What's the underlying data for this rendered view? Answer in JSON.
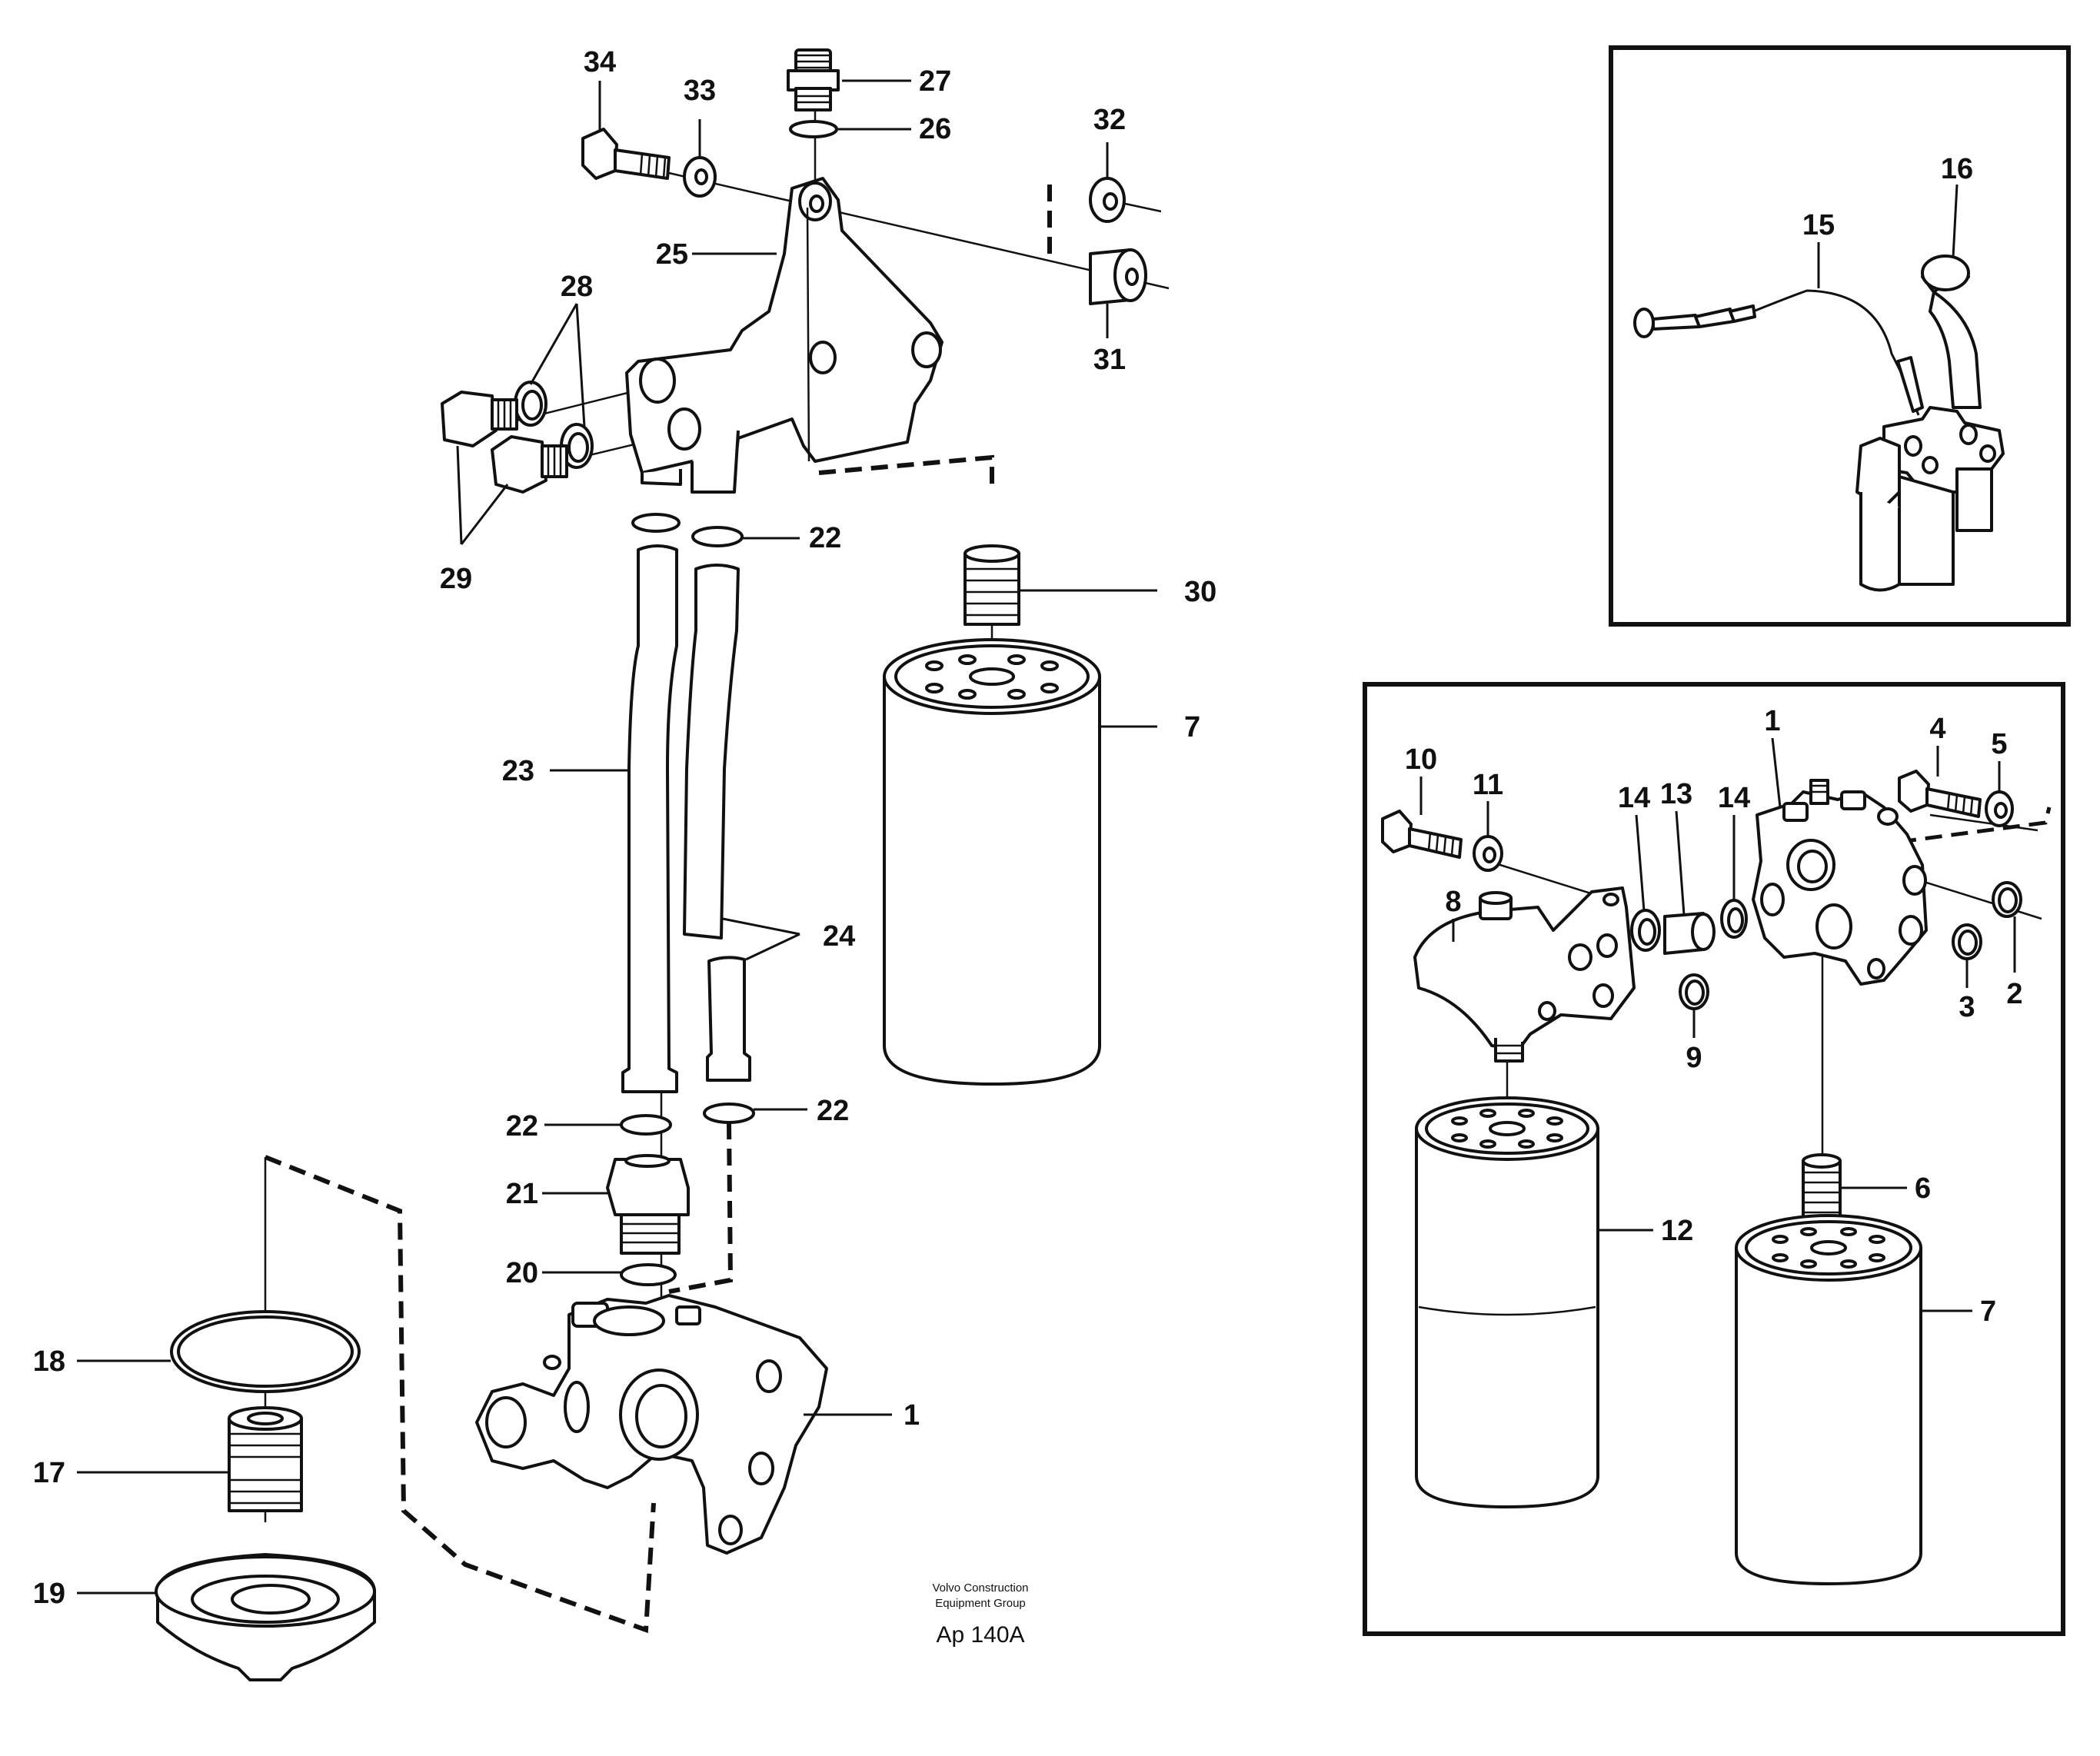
{
  "main_callouts": {
    "c34": "34",
    "c33": "33",
    "c27": "27",
    "c26": "26",
    "c32": "32",
    "c25": "25",
    "c31": "31",
    "c28": "28",
    "c29": "29",
    "c22a": "22",
    "c30": "30",
    "c7": "7",
    "c23": "23",
    "c24": "24",
    "c22b": "22",
    "c22c": "22",
    "c21": "21",
    "c20": "20",
    "c18": "18",
    "c1": "1",
    "c17": "17",
    "c19": "19"
  },
  "inset_top_callouts": {
    "c15": "15",
    "c16": "16"
  },
  "inset_bottom_callouts": {
    "c10": "10",
    "c11": "11",
    "c14a": "14",
    "c13": "13",
    "c14b": "14",
    "c1": "1",
    "c4": "4",
    "c5": "5",
    "c8": "8",
    "c2": "2",
    "c3": "3",
    "c9": "9",
    "c6": "6",
    "c12": "12",
    "c7": "7"
  },
  "credit": {
    "line1": "Volvo Construction",
    "line2": "Equipment Group",
    "code": "Ap 140A"
  }
}
